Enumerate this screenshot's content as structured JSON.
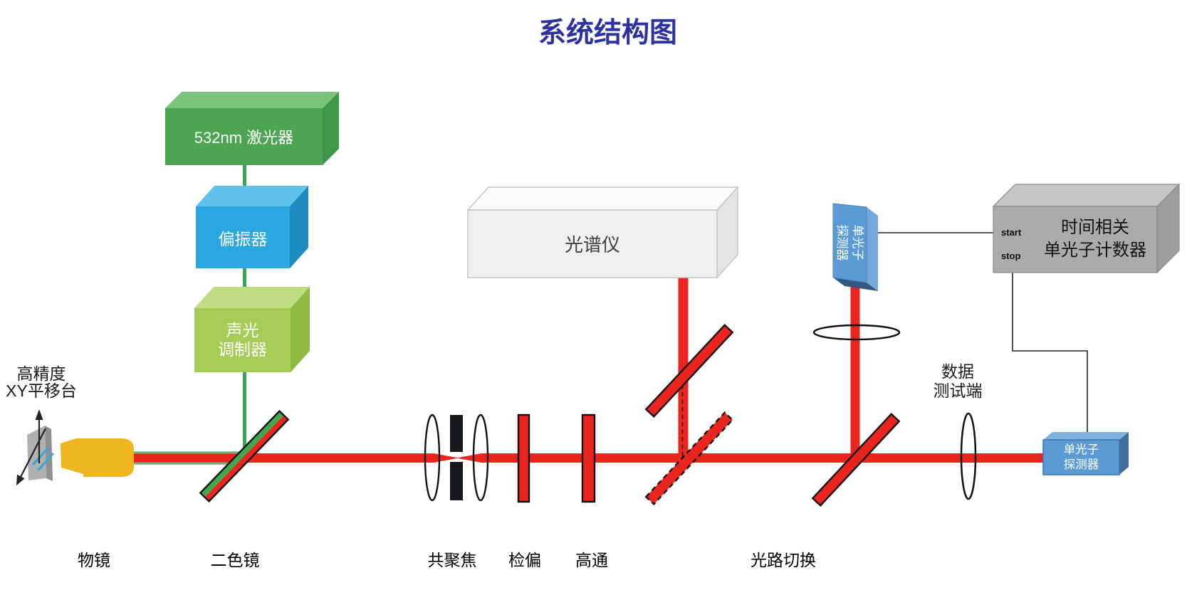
{
  "title": "系统结构图",
  "colors": {
    "title_blue": "#2D32A3",
    "beam_red": "#E9251E",
    "green_line": "#3CA45A",
    "mirror_green": "#3EA94E",
    "laser_green": "#4BA551",
    "polarizer_blue": "#2AA7E1",
    "aom_green": "#A5CC55",
    "detector_blue": "#5B9BD5",
    "cyan_accent": "#29ABE2"
  },
  "boxes": {
    "laser": {
      "label": "532nm 激光器"
    },
    "polarizer": {
      "label": "偏振器"
    },
    "aom": {
      "label_line1": "声光",
      "label_line2": "调制器"
    },
    "spectrometer": {
      "label": "光谱仪"
    },
    "tcspc": {
      "label_line1": "时间相关",
      "label_line2": "单光子计数器",
      "port_start": "start",
      "port_stop": "stop"
    },
    "detector_top": {
      "label_line1": "单光子",
      "label_line2": "探测器"
    },
    "detector_right": {
      "label_line1": "单光子",
      "label_line2": "探测器"
    }
  },
  "labels": {
    "stage_line1": "高精度",
    "stage_line2": "XY平移台",
    "objective": "物镜",
    "dichroic": "二色镜",
    "confocal": "共聚焦",
    "analyzer": "检偏",
    "highpass": "高通",
    "path_switch": "光路切换",
    "data_port_line1": "数据",
    "data_port_line2": "测试端"
  }
}
